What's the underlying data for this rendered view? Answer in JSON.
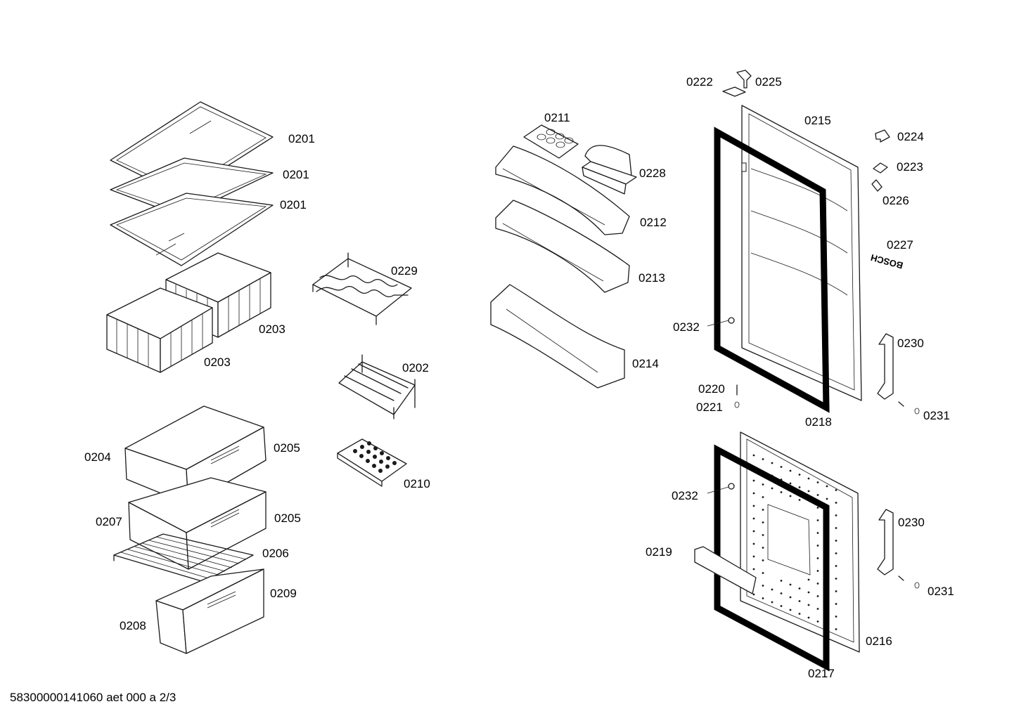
{
  "labels": {
    "l0201a": "0201",
    "l0201b": "0201",
    "l0201c": "0201",
    "l0203a": "0203",
    "l0203b": "0203",
    "l0204": "0204",
    "l0205a": "0205",
    "l0205b": "0205",
    "l0206": "0206",
    "l0207": "0207",
    "l0208": "0208",
    "l0209": "0209",
    "l0229": "0229",
    "l0202": "0202",
    "l0210": "0210",
    "l0211": "0211",
    "l0228": "0228",
    "l0212": "0212",
    "l0213": "0213",
    "l0214": "0214",
    "l0222": "0222",
    "l0225": "0225",
    "l0215": "0215",
    "l0224": "0224",
    "l0223": "0223",
    "l0226": "0226",
    "l0227": "0227",
    "l0232a": "0232",
    "l0232b": "0232",
    "l0230a": "0230",
    "l0230b": "0230",
    "l0220": "0220",
    "l0221": "0221",
    "l0231a": "0231",
    "l0231b": "0231",
    "l0218": "0218",
    "l0219": "0219",
    "l0216": "0216",
    "l0217": "0217"
  },
  "brand": "BOSCH",
  "footer": "58300000141060 aet 000 a 2/3"
}
